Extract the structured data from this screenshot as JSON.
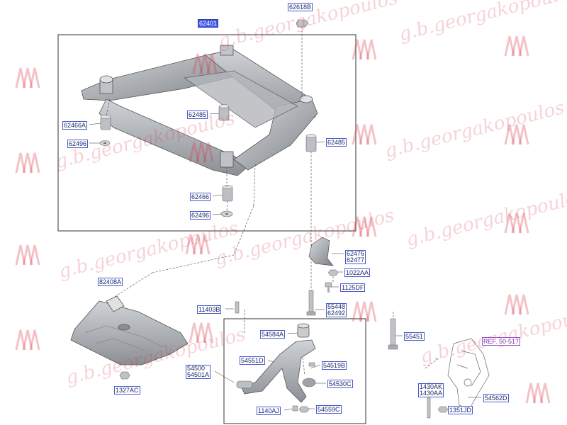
{
  "labels": {
    "l62401": "62401",
    "l62618B": "62618B",
    "l62466A": "62466A",
    "l62496a": "62496",
    "l62485a": "62485",
    "l62485b": "62485",
    "l62466": "62466",
    "l62496b": "62496",
    "l62476": "62476",
    "l62477": "62477",
    "l1022AA": "1022AA",
    "l1125DF": "1125DF",
    "l82408A": "82408A",
    "l11403B": "11403B",
    "l55448": "55448",
    "l62492": "62492",
    "l54584A": "54584A",
    "l55451": "55451",
    "l54551D": "54551D",
    "l54500": "54500",
    "l54501A": "54501A",
    "l54519B": "54519B",
    "l54530C": "54530C",
    "l1140AJ": "1140AJ",
    "l54559C": "54559C",
    "l1327AC": "1327AC",
    "lREF": "REF. 50-517",
    "l1430AK": "1430AK",
    "l1430AA": "1430AA",
    "l54562D": "54562D",
    "l1351JD": "1351JD"
  },
  "watermark": "g.b.georgakopoulos",
  "colors": {
    "label_border": "#4a5bd0",
    "label_text": "#1b2a6b",
    "highlight": "#3f57e6",
    "ref": "#9b4fc4",
    "watermark": "#d63848"
  }
}
